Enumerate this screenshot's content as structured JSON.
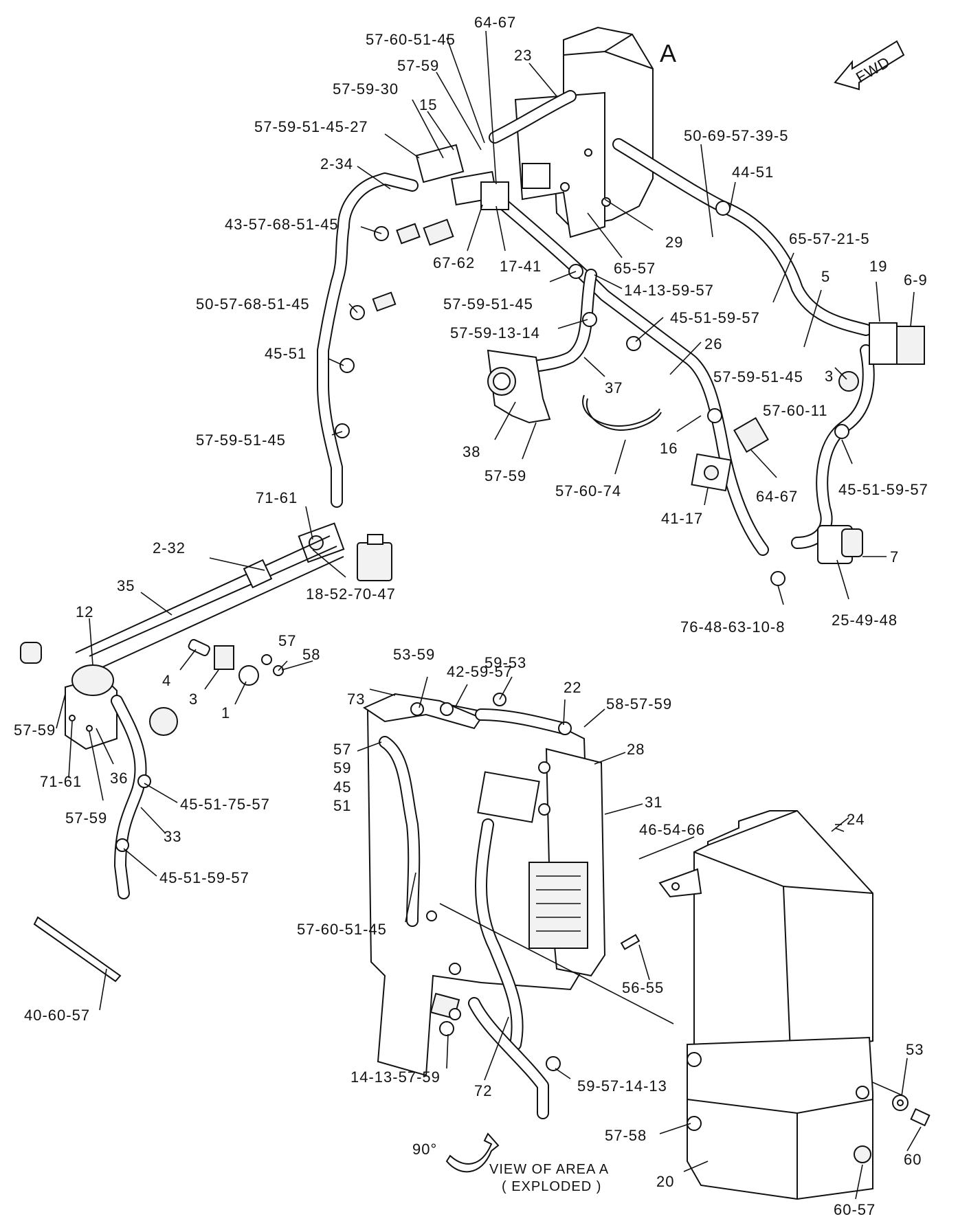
{
  "diagram": {
    "area_letter": "A",
    "fwd_label": "FWD",
    "rotation_label": "90°",
    "view_caption_line1": "VIEW OF AREA  A",
    "view_caption_line2": "( EXPLODED )",
    "callouts": {
      "c_64_67_top": "64-67",
      "c_57_60_51_45_top": "57-60-51-45",
      "c_23": "23",
      "c_57_59_top": "57-59",
      "c_57_59_30": "57-59-30",
      "c_15": "15",
      "c_57_59_51_45_27": "57-59-51-45-27",
      "c_2_34": "2-34",
      "c_43_57_68_51_45": "43-57-68-51-45",
      "c_67_62": "67-62",
      "c_17_41": "17-41",
      "c_65_57": "65-57",
      "c_29": "29",
      "c_50_69_57_39_5": "50-69-57-39-5",
      "c_44_51": "44-51",
      "c_65_57_21_5": "65-57-21-5",
      "c_19": "19",
      "c_6_9": "6-9",
      "c_5": "5",
      "c_50_57_68_51_45": "50-57-68-51-45",
      "c_57_59_51_45_mid": "57-59-51-45",
      "c_14_13_59_57": "14-13-59-57",
      "c_57_59_13_14": "57-59-13-14",
      "c_45_51_59_57_mid": "45-51-59-57",
      "c_26": "26",
      "c_57_59_51_45_right": "57-59-51-45",
      "c_3_right": "3",
      "c_57_60_11": "57-60-11",
      "c_45_51_left": "45-51",
      "c_37": "37",
      "c_38": "38",
      "c_57_59_mid": "57-59",
      "c_57_60_74": "57-60-74",
      "c_16": "16",
      "c_64_67_right": "64-67",
      "c_41_17": "41-17",
      "c_45_51_59_57_right": "45-51-59-57",
      "c_57_59_51_45_left": "57-59-51-45",
      "c_71_61_top": "71-61",
      "c_7": "7",
      "c_2_32": "2-32",
      "c_18_52_70_47": "18-52-70-47",
      "c_25_49_48": "25-49-48",
      "c_76_48_63_10_8": "76-48-63-10-8",
      "c_35": "35",
      "c_12": "12",
      "c_42_59_57": "42-59-57",
      "c_53_59": "53-59",
      "c_59_53": "59-53",
      "c_57_small": "57",
      "c_58_small": "58",
      "c_4": "4",
      "c_3_small": "3",
      "c_1": "1",
      "c_73": "73",
      "c_22": "22",
      "c_58_57_59": "58-57-59",
      "c_57_stack": "57",
      "c_59_stack": "59",
      "c_45_stack": "45",
      "c_51_stack": "51",
      "c_28": "28",
      "c_31": "31",
      "c_57_59_left": "57-59",
      "c_71_61_left": "71-61",
      "c_36": "36",
      "c_57_59_lower": "57-59",
      "c_45_51_75_57": "45-51-75-57",
      "c_33": "33",
      "c_45_51_59_57_lower": "45-51-59-57",
      "c_46_54_66": "46-54-66",
      "c_24": "24",
      "c_57_60_51_45_bottom": "57-60-51-45",
      "c_40_60_57": "40-60-57",
      "c_56_55": "56-55",
      "c_14_13_57_59": "14-13-57-59",
      "c_72": "72",
      "c_59_57_14_13": "59-57-14-13",
      "c_53": "53",
      "c_57_58": "57-58",
      "c_60": "60",
      "c_20": "20",
      "c_60_57": "60-57"
    }
  }
}
